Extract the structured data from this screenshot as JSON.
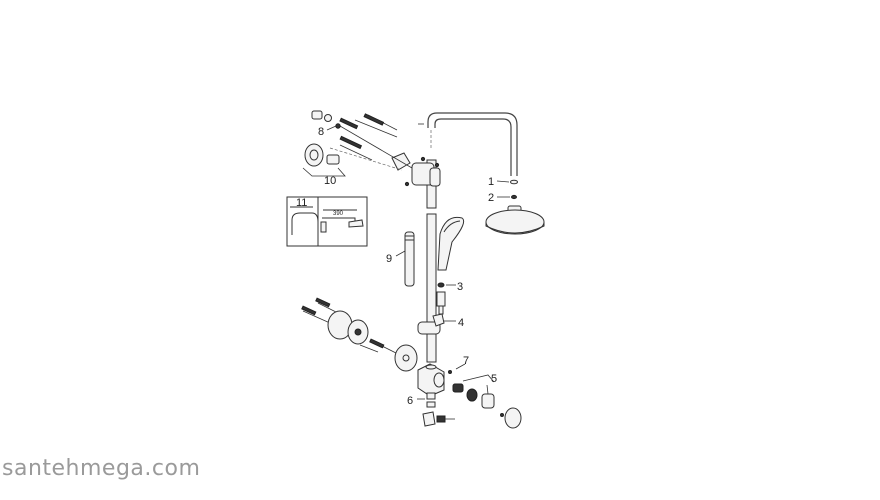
{
  "diagram": {
    "callouts": [
      "1",
      "2",
      "3",
      "4",
      "5",
      "6",
      "7",
      "8",
      "9",
      "10",
      "11"
    ],
    "inset_dimension": "390"
  },
  "watermark": "santehmega.com"
}
